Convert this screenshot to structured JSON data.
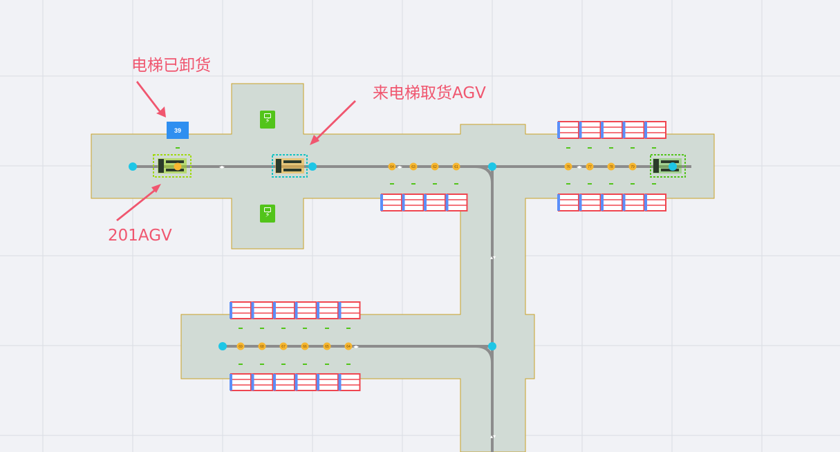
{
  "annotations": {
    "elevator_unloaded": "电梯已卸货",
    "elevator_pickup_agv": "来电梯取货AGV",
    "agv_201": "201AGV"
  },
  "elevator": {
    "label": "39"
  },
  "chargers": [
    {
      "name": "charger-top",
      "glyph": "⚡"
    },
    {
      "name": "charger-bottom",
      "glyph": "⚡"
    }
  ],
  "colors": {
    "background": "#f1f2f6",
    "zone_fill": "#d1dbd5",
    "zone_border": "#c9a227",
    "path": "#8c8c8c",
    "waypoint_yellow": "#f7b731",
    "waypoint_cyan": "#1ec6e6",
    "annotation": "#f0566f",
    "shelf_red": "#f0454f",
    "shelf_blue": "#5b8ff9",
    "charger_green": "#52c41a",
    "elevator_blue": "#2f8ff0"
  },
  "waypoints": {
    "top_yellow": [
      "64",
      "63",
      "62",
      "61"
    ],
    "right_yellow": [
      "76",
      "77",
      "78",
      "79"
    ],
    "bottom_yellow": [
      "69",
      "68",
      "67",
      "66",
      "65",
      "64"
    ]
  },
  "shelves": {
    "top_right_upper": 5,
    "top_right_lower": 5,
    "top_middle_lower": 4,
    "bottom_upper": 6,
    "bottom_lower": 6
  }
}
